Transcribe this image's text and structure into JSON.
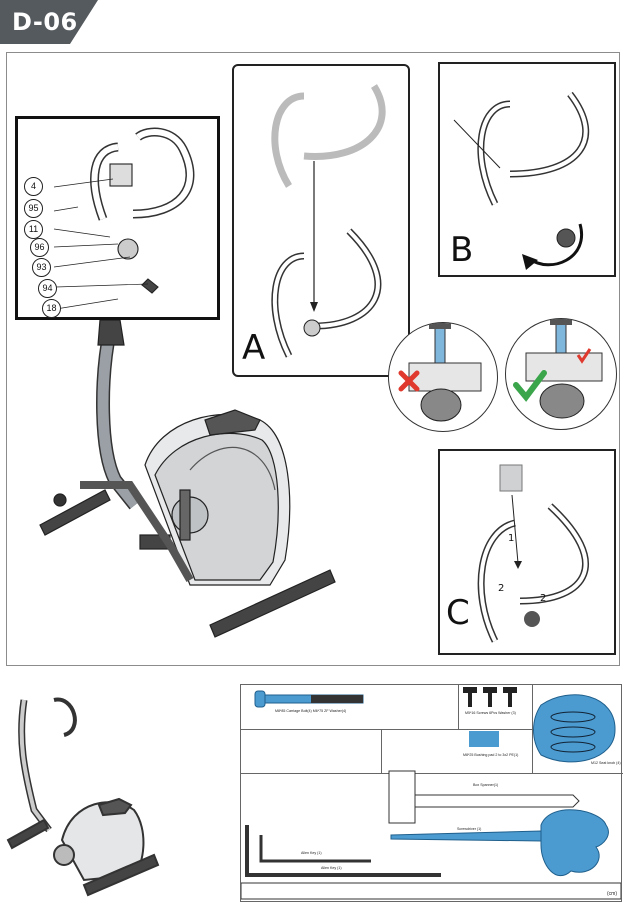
{
  "step": {
    "label": "D-06",
    "tab_color": "#555a5f"
  },
  "detail_callouts": [
    "4",
    "95",
    "11",
    "96",
    "93",
    "94",
    "18"
  ],
  "panels": {
    "a": {
      "letter": "A"
    },
    "b": {
      "letter": "B"
    },
    "c": {
      "letter": "C",
      "step_numbers": [
        "1",
        "2",
        "2"
      ]
    }
  },
  "checks": {
    "wrong_color": "#e03a2f",
    "right_color": "#3aa54a",
    "accent_blue": "#4b9bd1"
  },
  "hardware": {
    "bolt": "M8*85 Carriage Bolt(4) M6*75 ZF Washer(4)",
    "screws": "M5*16 Screws 6Pcs Washer (3)",
    "bushing": "M8*25 Bushing pad 2 to 3x2 PE(1)",
    "blue_part": "M12 Seat knob (4)",
    "hex_wrench": "Box Spanner(1)",
    "screwdriver": "Screwdriver (1)",
    "allen_small": "Allen Key (1)",
    "allen_large": "Allen Key (1)",
    "ruler_unit": "(cm)"
  }
}
